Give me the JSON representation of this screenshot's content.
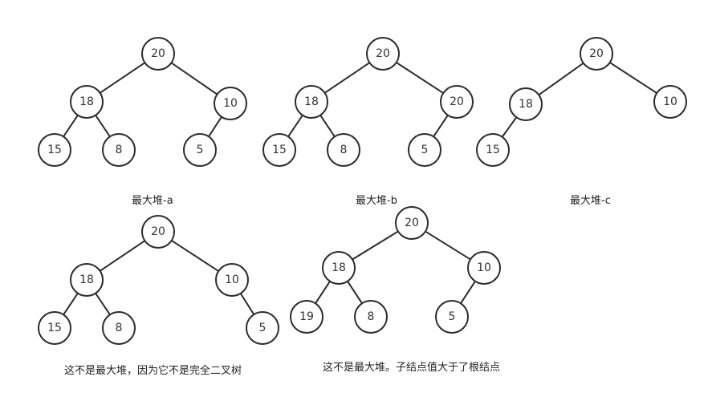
{
  "trees": [
    {
      "caption": "最大堆-a",
      "nodes": [
        "20",
        "18",
        "10",
        "15",
        "8",
        "5"
      ],
      "edges": [
        [
          0,
          1
        ],
        [
          0,
          2
        ],
        [
          1,
          3
        ],
        [
          1,
          4
        ],
        [
          2,
          5
        ]
      ]
    },
    {
      "caption": "最大堆-b",
      "nodes": [
        "20",
        "18",
        "20",
        "15",
        "8",
        "5"
      ],
      "edges": [
        [
          0,
          1
        ],
        [
          0,
          2
        ],
        [
          1,
          3
        ],
        [
          1,
          4
        ],
        [
          2,
          5
        ]
      ]
    },
    {
      "caption": "最大堆-c",
      "nodes": [
        "20",
        "18",
        "10",
        "15"
      ],
      "edges": [
        [
          0,
          1
        ],
        [
          0,
          2
        ],
        [
          1,
          3
        ]
      ]
    },
    {
      "caption": "这不是最大堆，因为它不是完全二叉树",
      "nodes": [
        "20",
        "18",
        "10",
        "15",
        "8",
        "5"
      ],
      "edges": [
        [
          0,
          1
        ],
        [
          0,
          2
        ],
        [
          1,
          3
        ],
        [
          1,
          4
        ],
        [
          2,
          5
        ]
      ]
    },
    {
      "caption": "这不是最大堆。子结点值大于了根结点",
      "nodes": [
        "20",
        "18",
        "10",
        "19",
        "8",
        "5"
      ],
      "edges": [
        [
          0,
          1
        ],
        [
          0,
          2
        ],
        [
          1,
          3
        ],
        [
          1,
          4
        ],
        [
          2,
          5
        ]
      ]
    }
  ]
}
